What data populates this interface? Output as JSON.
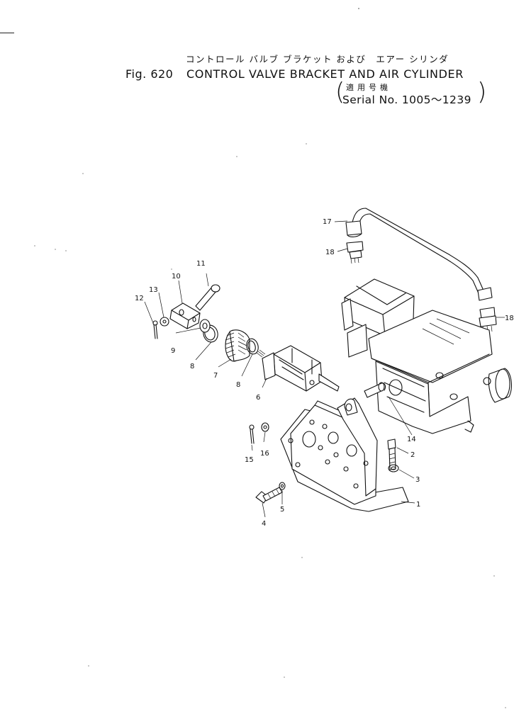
{
  "header": {
    "jp_title": "コントロール バルブ ブラケット および　エアー シリンダ",
    "fig_label": "Fig. 620",
    "title": "CONTROL VALVE BRACKET AND AIR CYLINDER",
    "jp_serial": "適用号機",
    "serial": "Serial No. 1005～1239"
  },
  "parts": {
    "p1": "1",
    "p2": "2",
    "p3": "3",
    "p4": "4",
    "p5": "5",
    "p6": "6",
    "p7": "7",
    "p8a": "8",
    "p8b": "8",
    "p9": "9",
    "p10": "10",
    "p11": "11",
    "p12": "12",
    "p13": "13",
    "p14": "14",
    "p15": "15",
    "p16": "16",
    "p17": "17",
    "p18a": "18",
    "p18b": "18"
  }
}
